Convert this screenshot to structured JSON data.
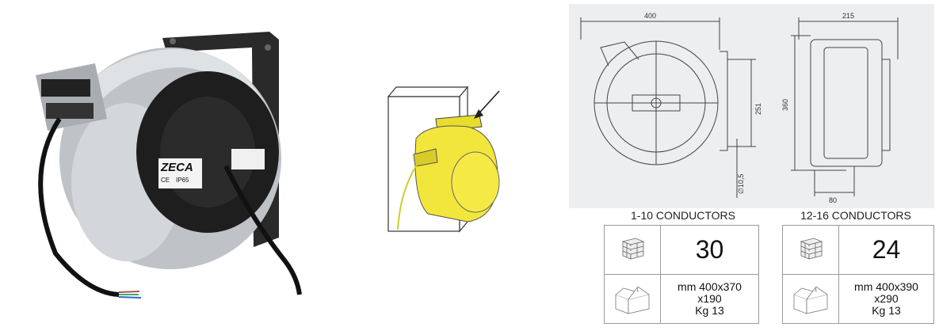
{
  "product": {
    "brand": "ZECA",
    "ce_mark": "CE",
    "ip_rating": "IP65"
  },
  "drawing": {
    "dim_width_front": "400",
    "dim_width_side": "215",
    "dim_height_total": "360",
    "dim_mount_spacing": "251",
    "dim_hole": "∅10,5",
    "dim_base": "80"
  },
  "variants": [
    {
      "caption": "1-10 CONDUCTORS",
      "pallet_qty": "30",
      "pack_line1": "mm 400x370",
      "pack_line2": "x190",
      "pack_line3": "Kg 13"
    },
    {
      "caption": "12-16 CONDUCTORS",
      "pallet_qty": "24",
      "pack_line1": "mm 400x390",
      "pack_line2": "x290",
      "pack_line3": "Kg 13"
    }
  ],
  "colors": {
    "drawing_bg": "#eceeef",
    "reel_yellow": "#f2e63c",
    "reel_silver": "#c9ccd0",
    "reel_black": "#1e1e1e"
  }
}
